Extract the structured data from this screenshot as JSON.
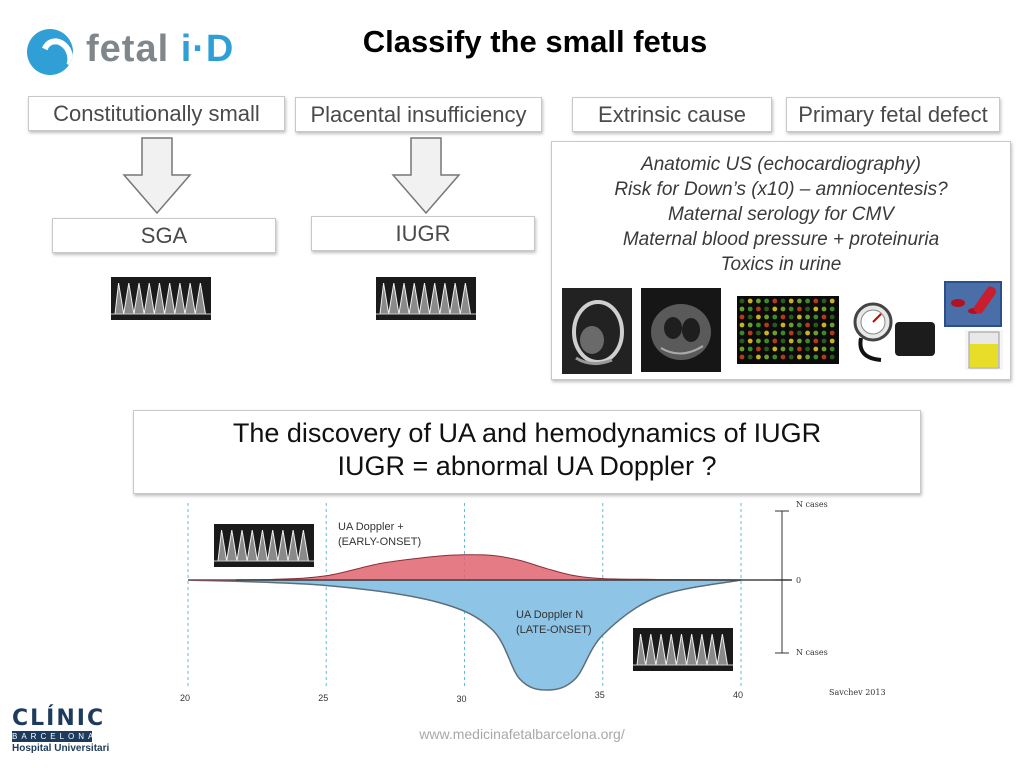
{
  "title": "Classify the small fetus",
  "logo": {
    "word_main": "fetal ",
    "word_accent": "i·D"
  },
  "categories": [
    {
      "label": "Constitutionally small"
    },
    {
      "label": "Placental insufficiency"
    },
    {
      "label": "Extrinsic cause"
    },
    {
      "label": "Primary fetal defect"
    }
  ],
  "results": [
    {
      "label": "SGA"
    },
    {
      "label": "IUGR"
    }
  ],
  "workup": [
    "Anatomic US (echocardiography)",
    "Risk for Down’s (x10) – amniocentesis?",
    "Maternal serology for CMV",
    "Maternal blood pressure + proteinuria",
    "Toxics in urine"
  ],
  "banner": {
    "line1": "The discovery of UA and hemodynamics of IUGR",
    "line2": "IUGR = abnormal UA Doppler ?"
  },
  "chart_data": {
    "type": "area",
    "x": [
      20,
      25,
      30,
      35,
      40
    ],
    "ticks": [
      "20",
      "25",
      "30",
      "35",
      "40"
    ],
    "yaxis_labels": {
      "top": "N cases",
      "zero": "0",
      "bottom": "N cases"
    },
    "series": [
      {
        "name": "UA Doppler + (EARLY-ONSET)",
        "label_line1": "UA Doppler +",
        "label_line2": "(EARLY-ONSET)",
        "color": "#e06470",
        "x": [
          20,
          23,
          25,
          27,
          29,
          30,
          31,
          32,
          33,
          34,
          35,
          37,
          40
        ],
        "values": [
          0,
          0.02,
          0.15,
          0.6,
          0.85,
          0.9,
          0.88,
          0.7,
          0.4,
          0.15,
          0.05,
          0.02,
          0
        ]
      },
      {
        "name": "UA Doppler N (LATE-ONSET)",
        "label_line1": "UA Doppler N",
        "label_line2": "(LATE-ONSET)",
        "color": "#8ec4e6",
        "x": [
          20,
          25,
          29,
          31,
          32,
          33,
          34,
          35,
          37,
          40
        ],
        "values": [
          0,
          -0.05,
          -0.2,
          -0.45,
          -0.9,
          -1.0,
          -0.9,
          -0.5,
          -0.15,
          0
        ]
      }
    ],
    "source": "Savchev 2013"
  },
  "footer_url": "www.medicinafetalbarcelona.org/",
  "institution": {
    "name": "CLÍNIC",
    "city": "BARCELONA",
    "hospital": "Hospital Universitari"
  },
  "colors": {
    "brand_blue": "#2f9fd6",
    "early_onset": "#e06470",
    "late_onset": "#8ec4e6",
    "guide_line": "#5bc0de"
  }
}
